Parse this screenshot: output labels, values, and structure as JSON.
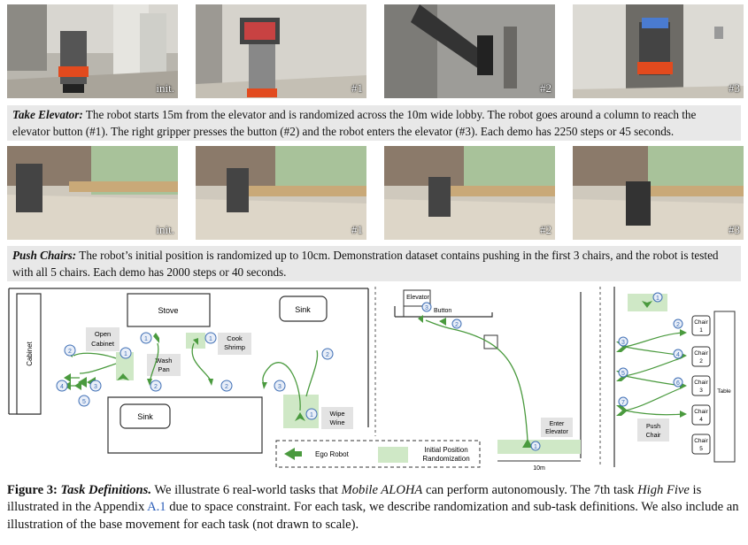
{
  "row1": {
    "tags": [
      "init.",
      "#1",
      "#2",
      "#3"
    ],
    "title": "Take Elevator:",
    "text": "The robot starts 15m from the elevator and is randomized across the 10m wide lobby. The robot goes around a column to reach the elevator button (#1). The right gripper presses the button (#2) and the robot enters the elevator (#3). Each demo has 2250 steps or 45 seconds."
  },
  "row2": {
    "tags": [
      "init.",
      "#1",
      "#2",
      "#3"
    ],
    "title": "Push Chairs:",
    "text": "The robot’s initial position is randomized up to 10cm. Demonstration dataset contains pushing in the first 3 chairs, and the robot is tested with all 5 chairs. Each demo has 2000 steps or 40 seconds."
  },
  "diagram": {
    "kitchen": {
      "cabinet": "Cabinet",
      "stove": "Stove",
      "sink_top": "Sink",
      "sink_bottom": "Sink",
      "open_cabinet": [
        "Open",
        "Cabinet"
      ],
      "wash_pan": [
        "Wash",
        "Pan"
      ],
      "cook_shrimp": [
        "Cook",
        "Shrimp"
      ],
      "wipe_wine": [
        "Wipe",
        "Wine"
      ],
      "legend_robot": "Ego Robot",
      "legend_init": [
        "Initial Position",
        "Randomization"
      ],
      "markers": [
        "1",
        "2",
        "3",
        "4",
        "5"
      ]
    },
    "elevator": {
      "elevator": "Elevator",
      "button": "Button",
      "enter": [
        "Enter",
        "Elevator"
      ],
      "width": "10m"
    },
    "chairs": {
      "push": [
        "Push",
        "Chair"
      ],
      "table": "Table",
      "chair": "Chair",
      "chair_numbers": [
        "1",
        "2",
        "3",
        "4",
        "5"
      ]
    }
  },
  "caption": {
    "label": "Figure 3:",
    "title": "Task Definitions.",
    "part1": " We illustrate 6 real-world tasks that ",
    "name": "Mobile ALOHA",
    "part2": " can perform autonomously. The 7th task ",
    "task": "High Five",
    "part3": " is illustrated in the Appendix ",
    "ref": "A.1",
    "part4": " due to space constraint. For each task, we describe randomization and sub-task definitions. We also include an illustration of the base movement for each task (not drawn to scale)."
  },
  "colors": {
    "green": "#4a9a3e",
    "light_green": "#cfe8c6",
    "blue": "#3f6fb5",
    "ref": "#2b5db8"
  }
}
